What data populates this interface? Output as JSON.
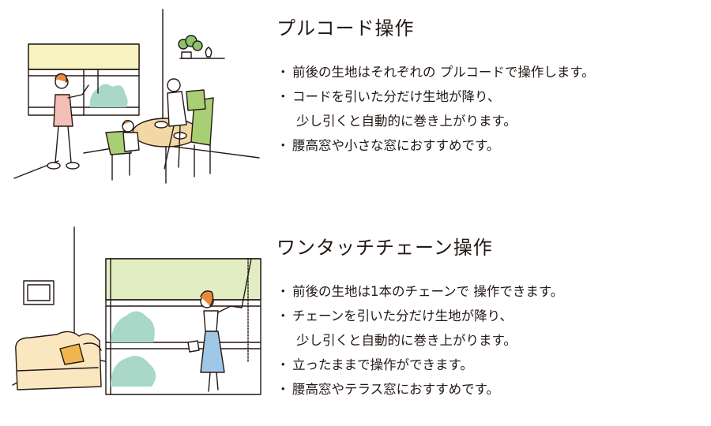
{
  "pull_cord": {
    "title": "プルコード操作",
    "bullets": [
      {
        "line1": "前後の生地はそれぞれの プルコードで操作します。"
      },
      {
        "line1": "コードを引いた分だけ生地が降り、",
        "line2": "少し引くと自動的に巻き上がります。"
      },
      {
        "line1": "腰高窓や小さな窓におすすめです。"
      }
    ]
  },
  "one_touch_chain": {
    "title": "ワンタッチチェーン操作",
    "bullets": [
      {
        "line1": "前後の生地は1本のチェーンで 操作できます。"
      },
      {
        "line1": "チェーンを引いた分だけ生地が降り、",
        "line2": "少し引くと自動的に巻き上がります。"
      },
      {
        "line1": "立ったままで操作ができます。"
      },
      {
        "line1": "腰高窓やテラス窓におすすめです。"
      }
    ]
  },
  "colors": {
    "text": "#231815",
    "blind_yellow": "#f7f2bf",
    "blind_green": "#e3edc3",
    "chair_green": "#a9cf74",
    "table_wood": "#f2d8a4",
    "sofa": "#fbe7bf",
    "cushion": "#f0b54e",
    "shirt_pink": "#f4bfb6",
    "skirt_blue": "#9fc8e8",
    "tree": "#a9d8c8"
  }
}
